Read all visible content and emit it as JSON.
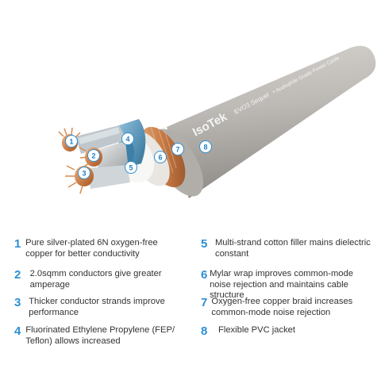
{
  "cable_print": {
    "brand": "IsoTek",
    "model": "EVO3 Sequel",
    "descriptor": "> Audiophile Grade Power Cable"
  },
  "colors": {
    "accent": "#2e8fd1",
    "jacket": "#b9b6b1",
    "copper": "#c9743b",
    "fep_blue": "#4a8db5"
  },
  "markers": [
    "1",
    "2",
    "3",
    "4",
    "5",
    "6",
    "7",
    "8"
  ],
  "legend": [
    {
      "num": "1",
      "text": "Pure silver-plated 6N oxygen-free copper for better conductivity"
    },
    {
      "num": "2",
      "text": "2.0sqmm conductors give greater amperage"
    },
    {
      "num": "3",
      "text": "Thicker conductor strands improve performance"
    },
    {
      "num": "4",
      "text": "Fluorinated Ethylene Propylene (FEP/ Teflon) allows increased"
    },
    {
      "num": "5",
      "text": "Multi-strand cotton filler mains dielectric constant"
    },
    {
      "num": "6",
      "text": "Mylar wrap improves common-mode noise rejection and maintains cable structure"
    },
    {
      "num": "7",
      "text": "Oxygen-free copper braid increases common-mode noise rejection"
    },
    {
      "num": "8",
      "text": "Flexible PVC jacket"
    }
  ]
}
